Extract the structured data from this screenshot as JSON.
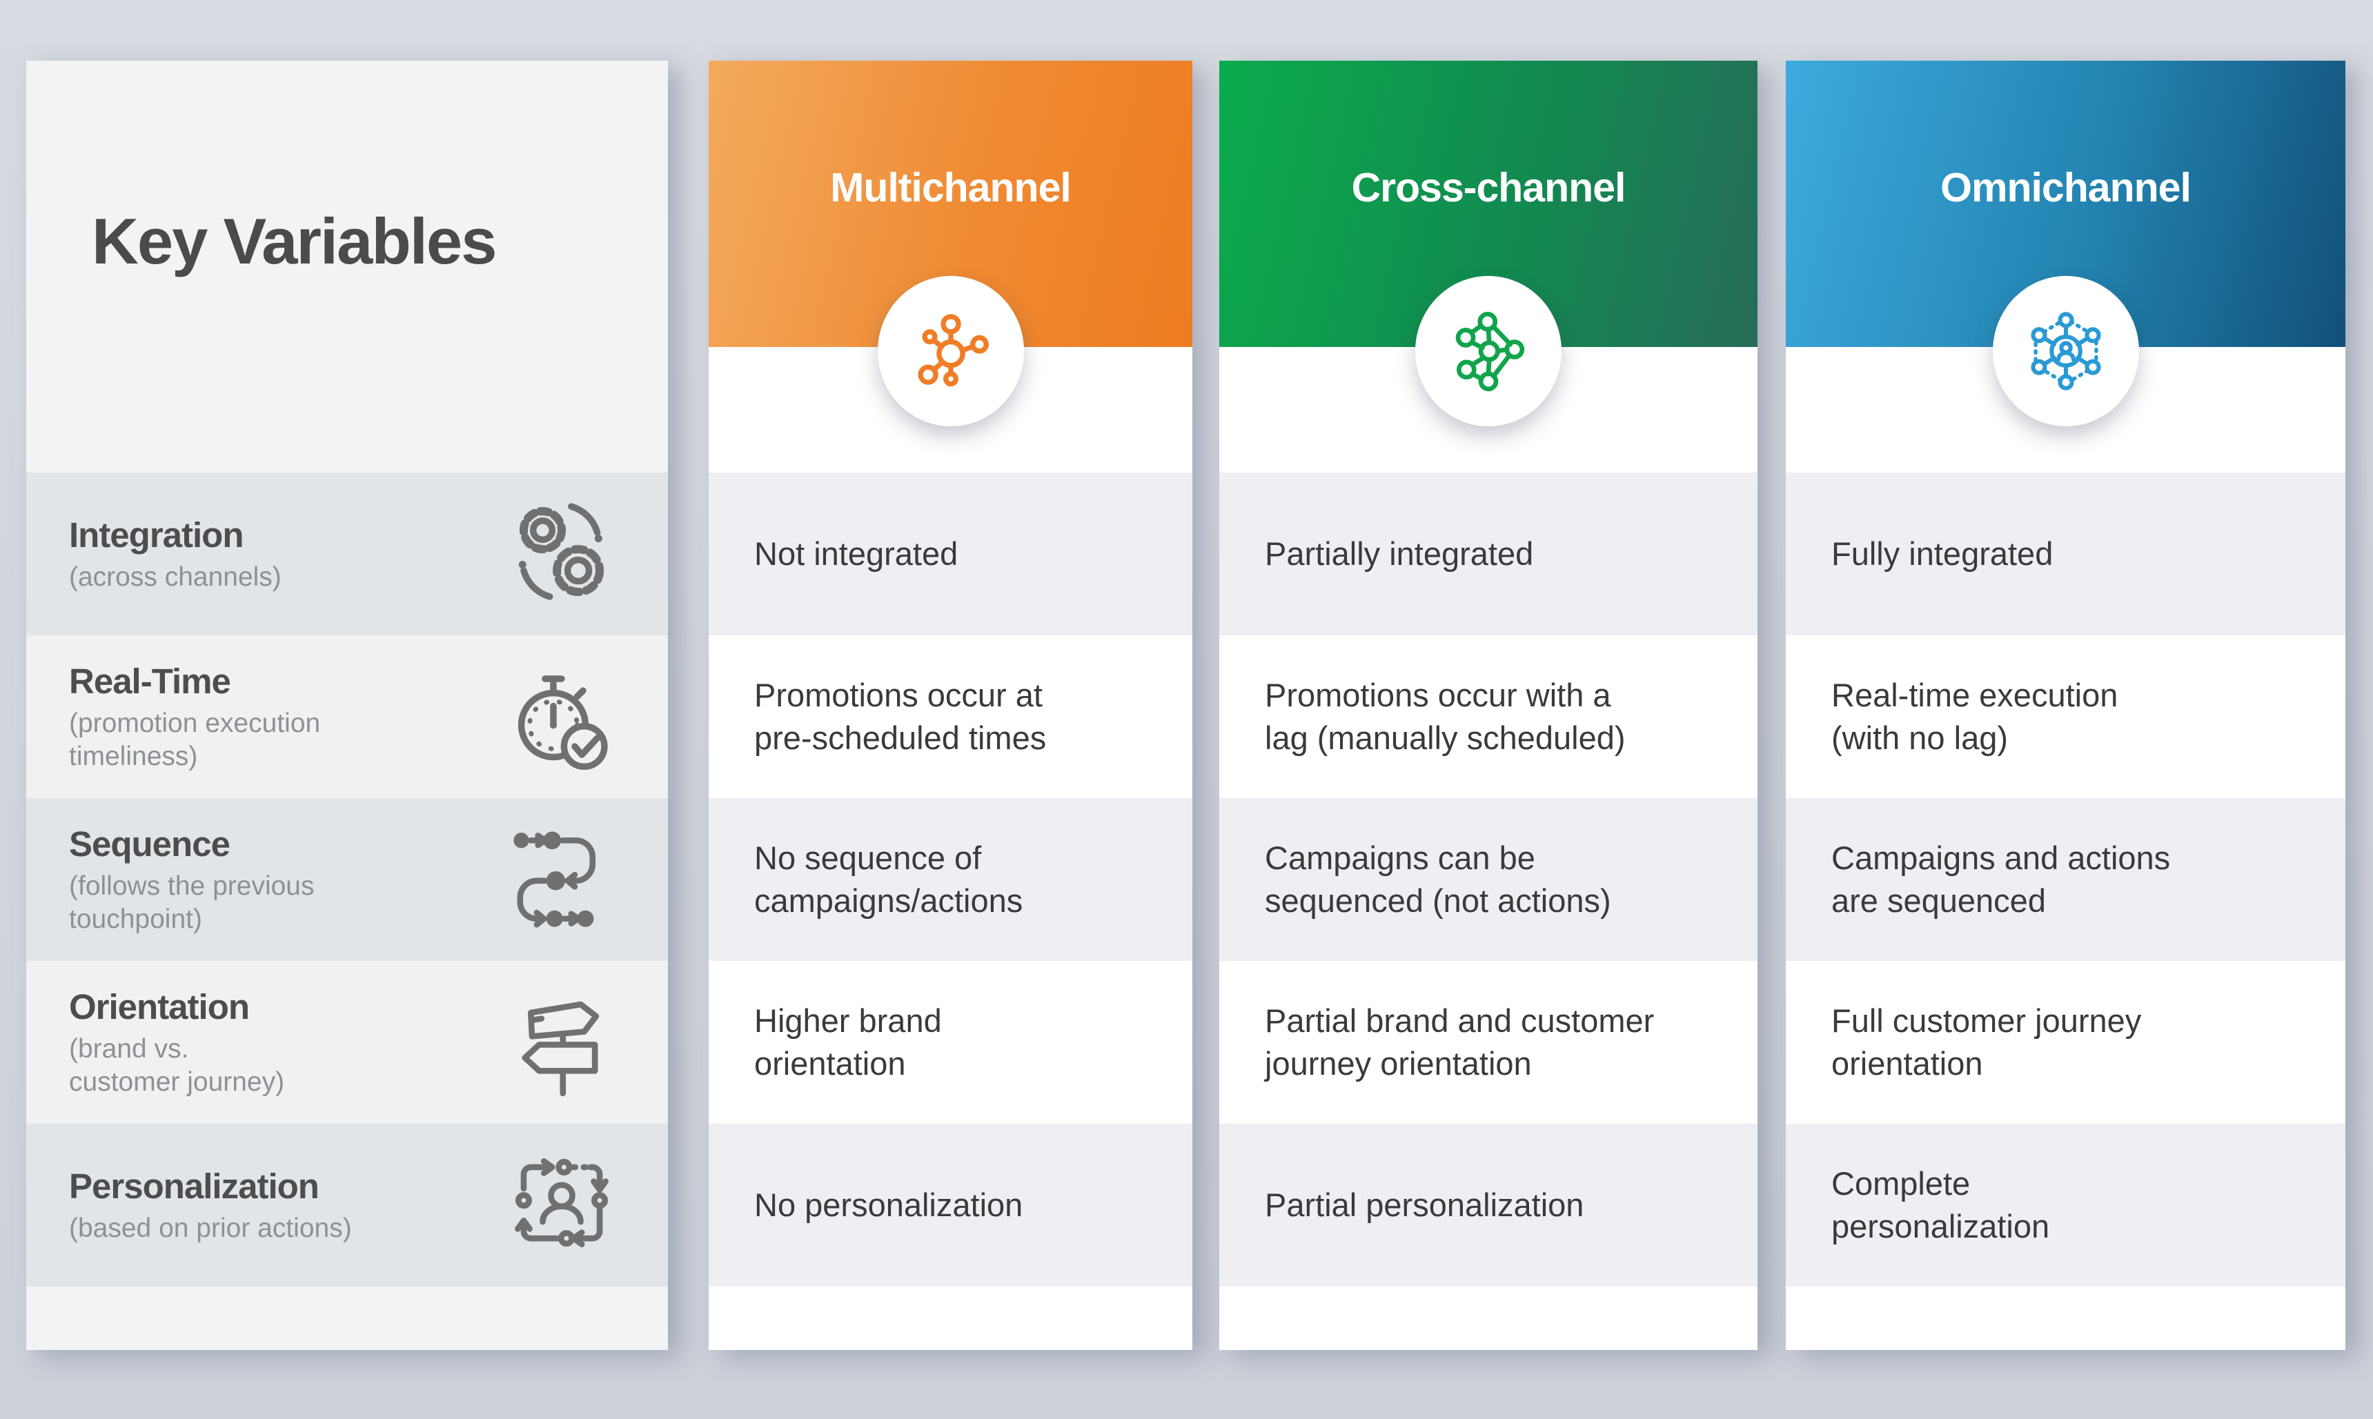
{
  "title": "Key Variables",
  "colors": {
    "background": "#d0d4dc",
    "panel_bg": "#f2f3f5",
    "panel_row_dark": "#e2e5e8",
    "panel_row_light": "#eff1f3",
    "content_row_gray": "#edeff2",
    "content_row_white": "#ffffff",
    "text_dark": "#383a3c",
    "text_heading": "#4a4b4d",
    "text_muted": "#8e9194",
    "icon_gray": "#6e7072",
    "multichannel_accent": "#ee7c22",
    "multichannel_gradient": [
      "#f3ab5d",
      "#ee7c22"
    ],
    "crosschannel_accent": "#12a44b",
    "crosschannel_gradient": [
      "#0bab4c",
      "#266b59"
    ],
    "omnichannel_accent": "#2a9ad4",
    "omnichannel_gradient": [
      "#3cabdd",
      "#115078"
    ]
  },
  "key_variables": [
    {
      "name": "Integration",
      "note": "(across channels)",
      "icon": "gears-sync-icon"
    },
    {
      "name": "Real-Time",
      "note": "(promotion execution\ntimeliness)",
      "icon": "stopwatch-check-icon"
    },
    {
      "name": "Sequence",
      "note": "(follows the previous\ntouchpoint)",
      "icon": "sequence-path-icon"
    },
    {
      "name": "Orientation",
      "note": "(brand vs.\ncustomer journey)",
      "icon": "signpost-icon"
    },
    {
      "name": "Personalization",
      "note": "(based on prior actions)",
      "icon": "person-cycle-icon"
    }
  ],
  "channels": [
    {
      "label": "Multichannel",
      "icon": "hub-spoke-icon",
      "cells": [
        "Not integrated",
        "Promotions occur at\npre-scheduled times",
        "No sequence of\ncampaigns/actions",
        "Higher brand\norientation",
        "No personalization"
      ]
    },
    {
      "label": "Cross-channel",
      "icon": "network-nodes-icon",
      "cells": [
        "Partially integrated",
        "Promotions occur with a\nlag (manually scheduled)",
        "Campaigns can be\nsequenced (not actions)",
        "Partial brand and customer\njourney orientation",
        "Partial personalization"
      ]
    },
    {
      "label": "Omnichannel",
      "icon": "person-network-icon",
      "cells": [
        "Fully integrated",
        "Real-time execution\n(with no lag)",
        "Campaigns and actions\nare sequenced",
        "Full customer journey\norientation",
        "Complete\npersonalization"
      ]
    }
  ]
}
